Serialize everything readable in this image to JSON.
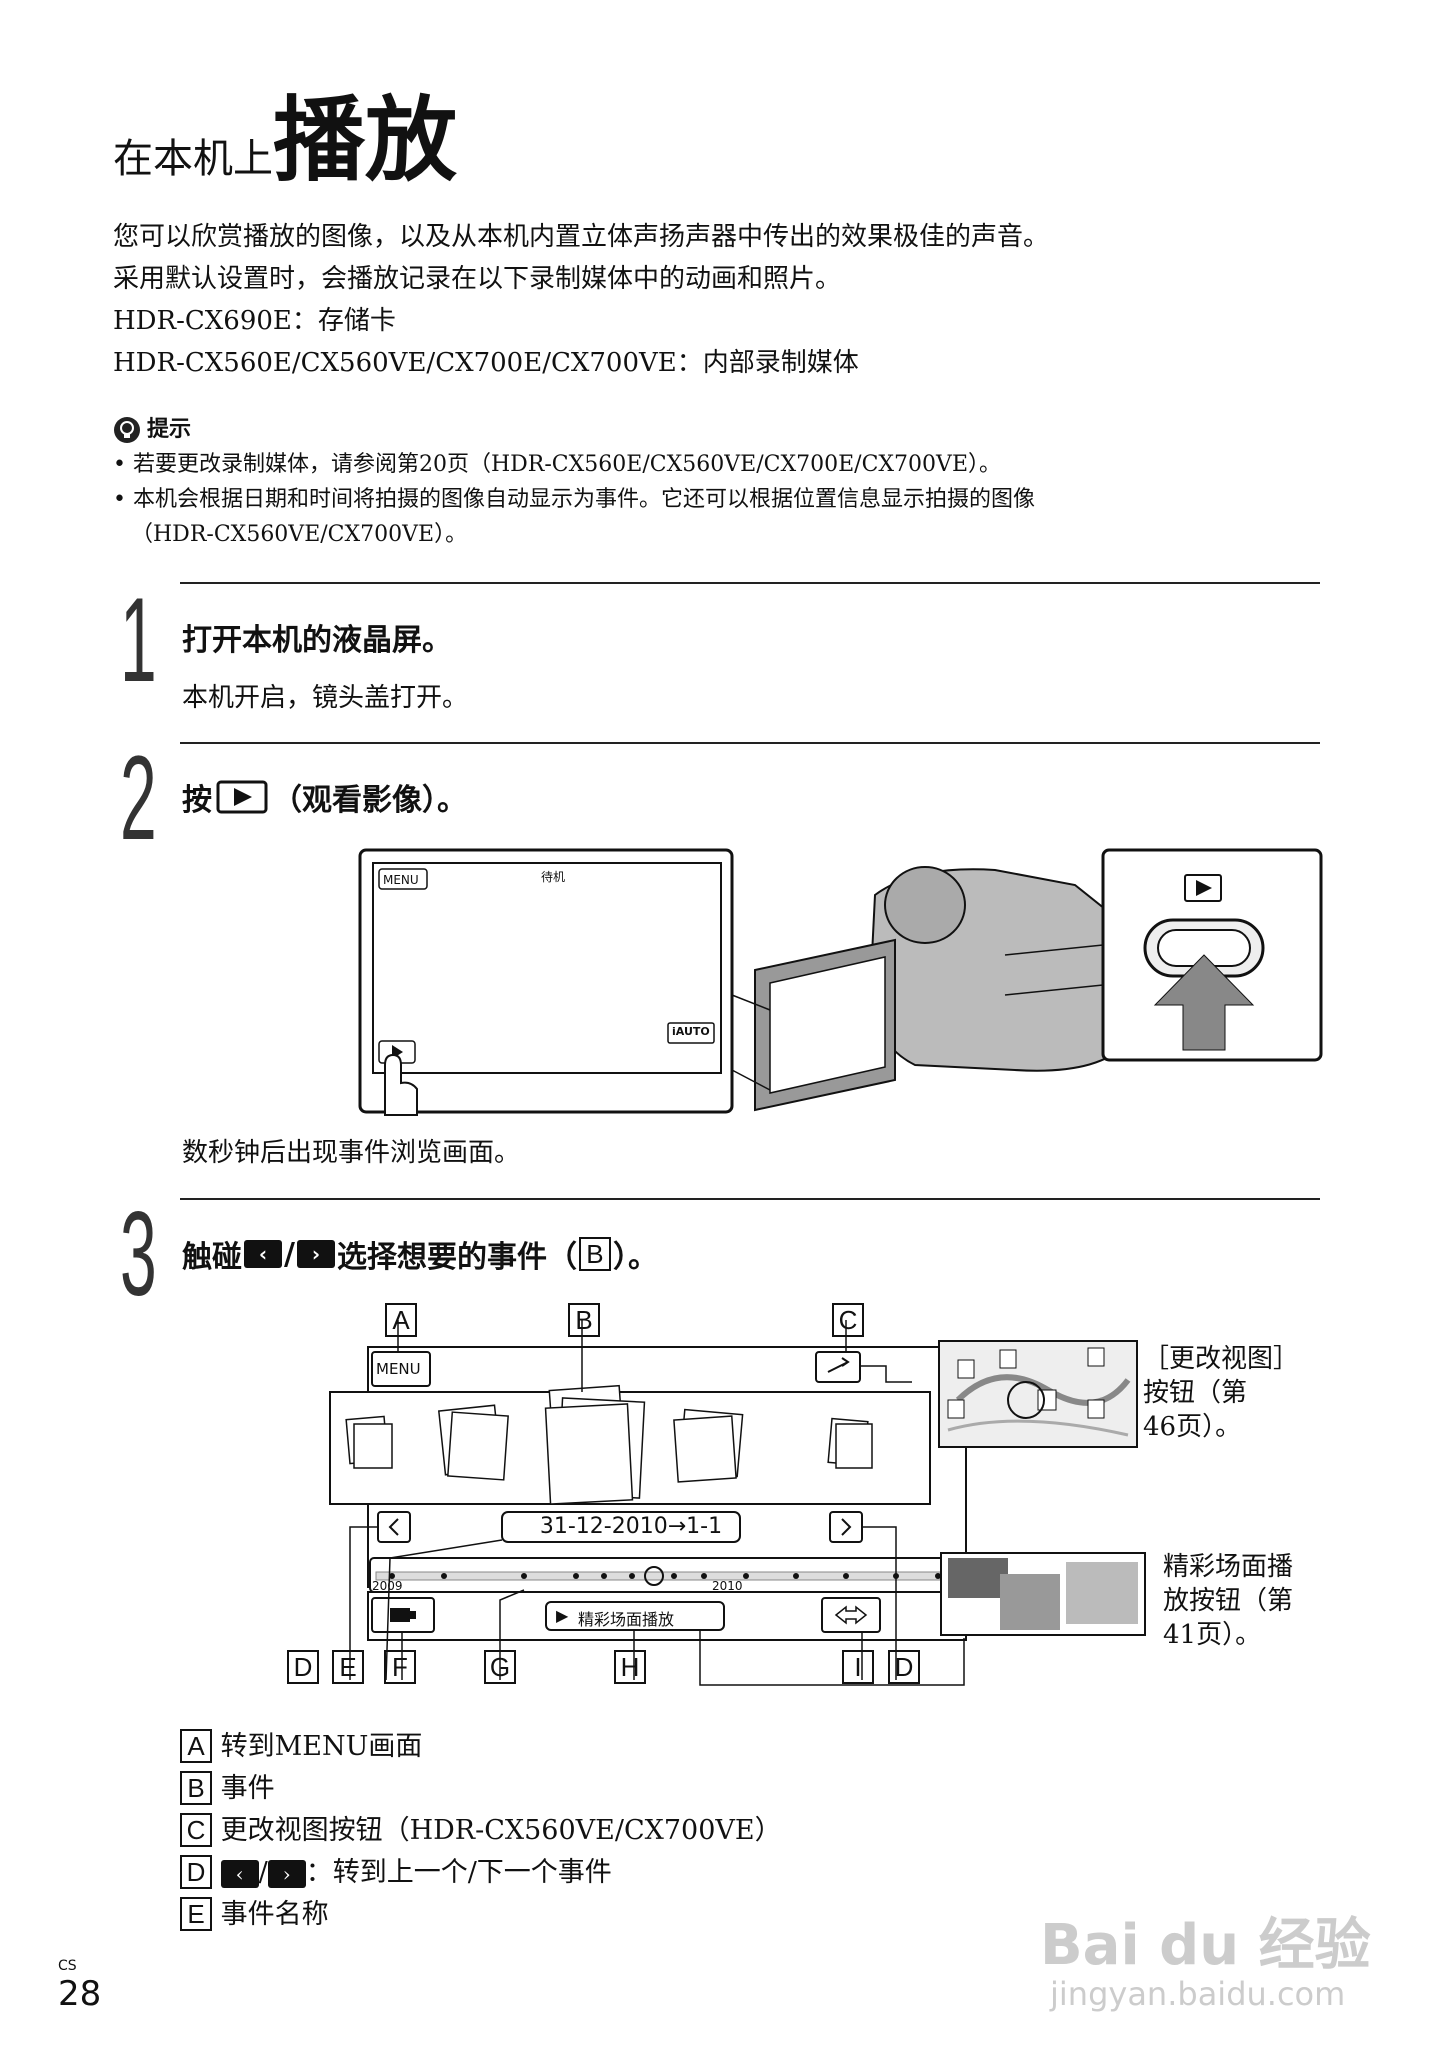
{
  "title": {
    "small": "在本机上",
    "large": "播放"
  },
  "intro": [
    "您可以欣赏播放的图像，以及从本机内置立体声扬声器中传出的效果极佳的声音。",
    "采用默认设置时，会播放记录在以下录制媒体中的动画和照片。",
    "HDR-CX690E：存储卡",
    "HDR-CX560E/CX560VE/CX700E/CX700VE：内部录制媒体"
  ],
  "tip": {
    "label": "提示",
    "bullets": [
      "若要更改录制媒体，请参阅第20页（HDR-CX560E/CX560VE/CX700E/CX700VE）。",
      "本机会根据日期和时间将拍摄的图像自动显示为事件。它还可以根据位置信息显示拍摄的图像",
      "（HDR-CX560VE/CX700VE）。"
    ]
  },
  "steps": [
    {
      "num": "1",
      "title": "打开本机的液晶屏。",
      "desc": "本机开启，镜头盖打开。"
    },
    {
      "num": "2",
      "title_pre": "按",
      "title_post": "（观看影像）。",
      "desc": "数秒钟后出现事件浏览画面。"
    },
    {
      "num": "3",
      "title_pre": "触碰",
      "title_mid": "/",
      "title_post": "选择想要的事件（",
      "title_letter": "B",
      "title_end": "）。"
    }
  ],
  "fig1": {
    "menu_label": "MENU",
    "status": "待机",
    "auto_label": "iAUTO"
  },
  "fig2": {
    "letters_top": [
      "A",
      "B",
      "C"
    ],
    "letters_bottom": [
      "D",
      "E",
      "F",
      "G",
      "H",
      "I",
      "D"
    ],
    "menu_label": "MENU",
    "event_name": "31-12-2010→1-1",
    "year_start": "2009",
    "year_end": "2010",
    "highlight_label": "精彩场面播放",
    "side_notes": {
      "view_change": [
        "［更改视图］",
        "按钮（第",
        "46页）。"
      ],
      "highlight": [
        "精彩场面播",
        "放按钮（第",
        "41页）。"
      ]
    }
  },
  "legend": [
    {
      "letter": "A",
      "text": "转到MENU画面"
    },
    {
      "letter": "B",
      "text": "事件"
    },
    {
      "letter": "C",
      "text": "更改视图按钮（HDR-CX560VE/CX700VE）"
    },
    {
      "letter": "D",
      "text": "：转到上一个/下一个事件"
    },
    {
      "letter": "E",
      "text": "事件名称"
    }
  ],
  "footer": {
    "lang": "CS",
    "page": "28"
  },
  "watermark": {
    "brand": "Bai du 经验",
    "url": "jingyan.baidu.com"
  }
}
